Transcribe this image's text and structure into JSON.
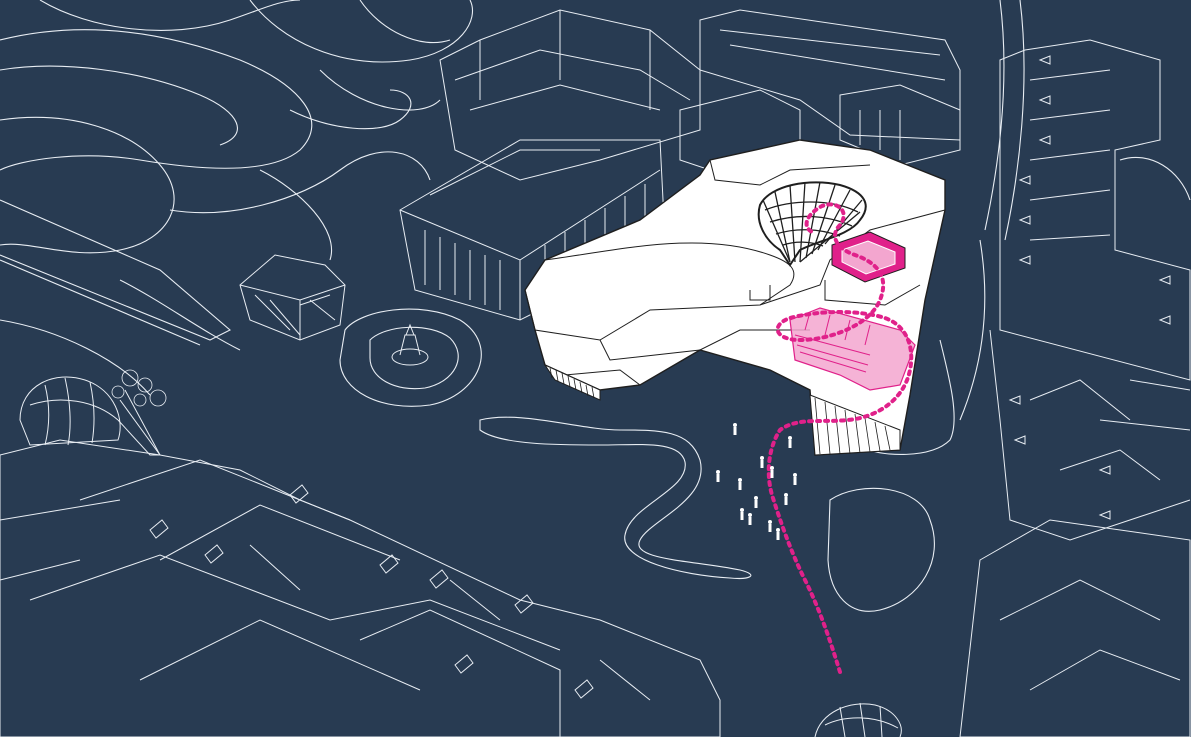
{
  "colors": {
    "background": "#283b52",
    "linework": "#e8edf3",
    "building_fill": "#ffffff",
    "building_outline": "#1f1f1f",
    "accent_magenta": "#e0218a",
    "accent_magenta_light": "#f3a6cf"
  },
  "diagram": {
    "style": "axonometric urban site plan, white linework on navy",
    "elements": [
      "site-context-linework",
      "existing-buildings",
      "new-building-volume",
      "lattice-funnel-structure",
      "magenta-circulation-path",
      "pedestrian-figures",
      "dome-structures",
      "fountain-plaza"
    ]
  }
}
